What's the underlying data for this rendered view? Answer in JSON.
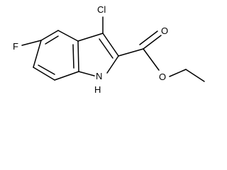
{
  "structure": {
    "atoms": {
      "chlorine": "Cl",
      "fluorine": "F",
      "nitrogen_h": "H",
      "nitrogen": "N",
      "carbonyl_oxygen": "O",
      "ester_oxygen": "O"
    }
  }
}
